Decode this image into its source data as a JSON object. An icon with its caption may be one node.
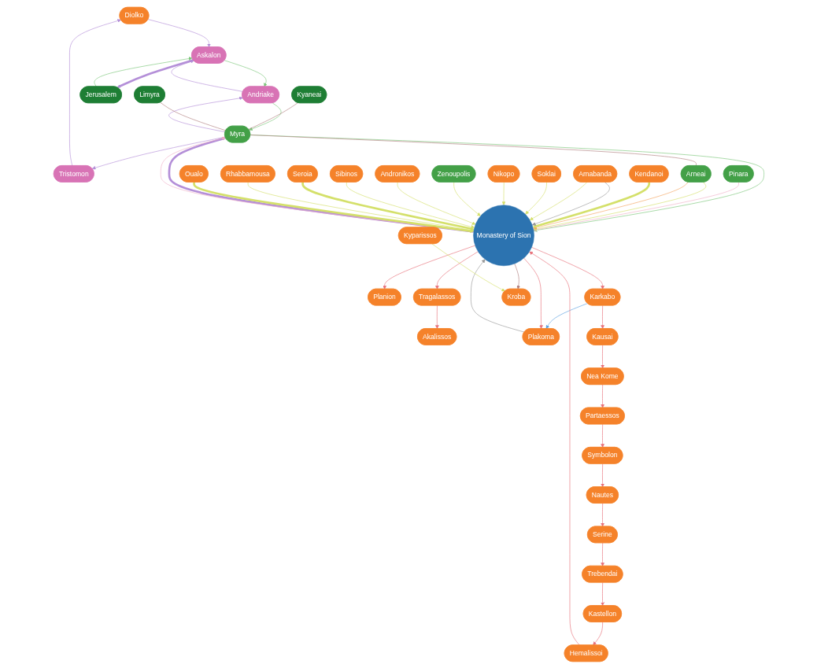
{
  "diagram": {
    "nodes": [
      {
        "text": [
          "Diolko"
        ]
      },
      {
        "text": [
          "Jerusalem"
        ]
      },
      {
        "text": [
          "Askalon"
        ]
      },
      {
        "text": [
          "Tristomon"
        ]
      },
      {
        "text": [
          "Planion"
        ]
      },
      {
        "text": [
          "Kendanoi"
        ]
      },
      {
        "text": [
          "Arneai"
        ]
      },
      {
        "text": [
          "Andriake"
        ]
      },
      {
        "text": [
          "Pinara"
        ]
      },
      {
        "text": [
          "Arnabanda"
        ]
      },
      {
        "text": [
          "Soklai"
        ]
      },
      {
        "text": [
          "Myra"
        ]
      },
      {
        "text": [
          "Nikopo"
        ]
      },
      {
        "text": [
          "Akalissos"
        ]
      },
      {
        "text": [
          "Tragalassos"
        ]
      },
      {
        "text": [
          "Kyaneai"
        ]
      },
      {
        "text": [
          "Monastery of Sion"
        ]
      },
      {
        "text": [
          "Zenoupolis"
        ]
      },
      {
        "text": [
          "Sibinos"
        ]
      },
      {
        "text": [
          "Limyra"
        ]
      },
      {
        "text": [
          "Andronikos"
        ]
      },
      {
        "text": [
          "Seroia"
        ]
      },
      {
        "text": [
          "Oualo"
        ]
      },
      {
        "text": [
          "Rhabbamousa"
        ]
      },
      {
        "text": [
          "Karkabo"
        ]
      },
      {
        "text": [
          "Plakoma"
        ]
      },
      {
        "text": [
          "Kroba"
        ]
      },
      {
        "text": [
          "Hemalissoi"
        ]
      },
      {
        "text": [
          "Kausai"
        ]
      },
      {
        "text": [
          "Kyparissos"
        ]
      },
      {
        "text": [
          "Kastellon"
        ]
      },
      {
        "text": [
          "Nea Kome"
        ]
      },
      {
        "text": [
          "Partaessos"
        ]
      },
      {
        "text": [
          "Trebendai"
        ]
      },
      {
        "text": [
          "Symbolon"
        ]
      },
      {
        "text": [
          "Serine"
        ]
      },
      {
        "text": [
          "Nautes"
        ]
      }
    ],
    "edges": [
      {
        "from": 3,
        "to": 0,
        "arrow": "to",
        "color": "#b48fd8"
      },
      {
        "from": 0,
        "to": 2,
        "arrow": "to",
        "color": "#b48fd8"
      },
      {
        "from": 11,
        "to": 3,
        "arrow": "to",
        "color": "#b48fd8"
      },
      {
        "from": 2,
        "to": 1,
        "arrow": "to",
        "style": "thick",
        "color": "#b48fd8"
      },
      {
        "from": 1,
        "to": 2,
        "arrow": "to",
        "color": "#7cc77a"
      },
      {
        "from": 7,
        "to": 2,
        "arrow": "to",
        "color": "#b48fd8"
      },
      {
        "from": 2,
        "to": 7,
        "arrow": "to",
        "color": "#7cc77a"
      },
      {
        "from": 11,
        "to": 7,
        "arrow": "to",
        "color": "#b48fd8"
      },
      {
        "from": 7,
        "to": 11,
        "arrow": "to",
        "color": "#7cc77a"
      },
      {
        "from": 16,
        "to": 11,
        "arrow": "to",
        "style": "thick",
        "color": "#b48fd8"
      },
      {
        "from": 11,
        "to": 16,
        "arrow": "to",
        "color": "#7cc77a"
      },
      {
        "from": 16,
        "to": 11,
        "arrow": "to",
        "color": "#f0b0c8"
      },
      {
        "from": 6,
        "to": 11,
        "arrow": "none",
        "color": "#b08080"
      },
      {
        "from": 11,
        "to": 15,
        "arrow": "none",
        "color": "#b08080"
      },
      {
        "from": 11,
        "to": 19,
        "arrow": "none",
        "color": "#b08080"
      },
      {
        "from": 8,
        "to": 16,
        "arrow": "to",
        "color": "#f0b0c8"
      },
      {
        "from": 6,
        "to": 16,
        "arrow": "to",
        "color": "#d4e06a"
      },
      {
        "from": 6,
        "to": 16,
        "arrow": "to",
        "color": "#f4a460"
      },
      {
        "from": 5,
        "to": 16,
        "arrow": "to",
        "style": "thick",
        "color": "#d4e06a"
      },
      {
        "from": 16,
        "to": 4,
        "arrow": "to"
      },
      {
        "from": 9,
        "to": 16,
        "arrow": "to",
        "color": "#999999"
      },
      {
        "from": 9,
        "to": 16,
        "arrow": "to",
        "color": "#d4e06a"
      },
      {
        "from": 10,
        "to": 16,
        "arrow": "to",
        "color": "#d4e06a"
      },
      {
        "from": 12,
        "to": 16,
        "arrow": "to",
        "color": "#d4e06a"
      },
      {
        "from": 16,
        "to": 14,
        "arrow": "to"
      },
      {
        "from": 14,
        "to": 13,
        "arrow": "to"
      },
      {
        "from": 17,
        "to": 16,
        "arrow": "to",
        "color": "#d4e06a"
      },
      {
        "from": 20,
        "to": 16,
        "arrow": "to",
        "color": "#d4e06a"
      },
      {
        "from": 18,
        "to": 16,
        "arrow": "to",
        "color": "#d4e06a"
      },
      {
        "from": 21,
        "to": 16,
        "arrow": "to",
        "style": "thick",
        "color": "#d4e06a"
      },
      {
        "from": 23,
        "to": 16,
        "arrow": "to",
        "color": "#d4e06a"
      },
      {
        "from": 22,
        "to": 16,
        "arrow": "to",
        "style": "thick",
        "color": "#d4e06a"
      },
      {
        "from": 16,
        "to": 24,
        "arrow": "to"
      },
      {
        "from": 24,
        "to": 25,
        "arrow": "to",
        "color": "#5aa0e0"
      },
      {
        "from": 16,
        "to": 25,
        "arrow": "to"
      },
      {
        "from": 25,
        "to": 16,
        "arrow": "to",
        "color": "#999999"
      },
      {
        "from": 16,
        "to": 26,
        "arrow": "to",
        "color": "#b08080"
      },
      {
        "from": 27,
        "to": 16,
        "arrow": "to"
      },
      {
        "from": 29,
        "to": 26,
        "arrow": "to",
        "color": "#d4e06a"
      },
      {
        "from": 24,
        "to": 28,
        "arrow": "to"
      },
      {
        "from": 28,
        "to": 31,
        "arrow": "to"
      },
      {
        "from": 31,
        "to": 32,
        "arrow": "to"
      },
      {
        "from": 32,
        "to": 34,
        "arrow": "to"
      },
      {
        "from": 34,
        "to": 36,
        "arrow": "to"
      },
      {
        "from": 36,
        "to": 35,
        "arrow": "to"
      },
      {
        "from": 35,
        "to": 33,
        "arrow": "to"
      },
      {
        "from": 33,
        "to": 30,
        "arrow": "to"
      },
      {
        "from": 30,
        "to": 27,
        "arrow": "to"
      }
    ]
  }
}
